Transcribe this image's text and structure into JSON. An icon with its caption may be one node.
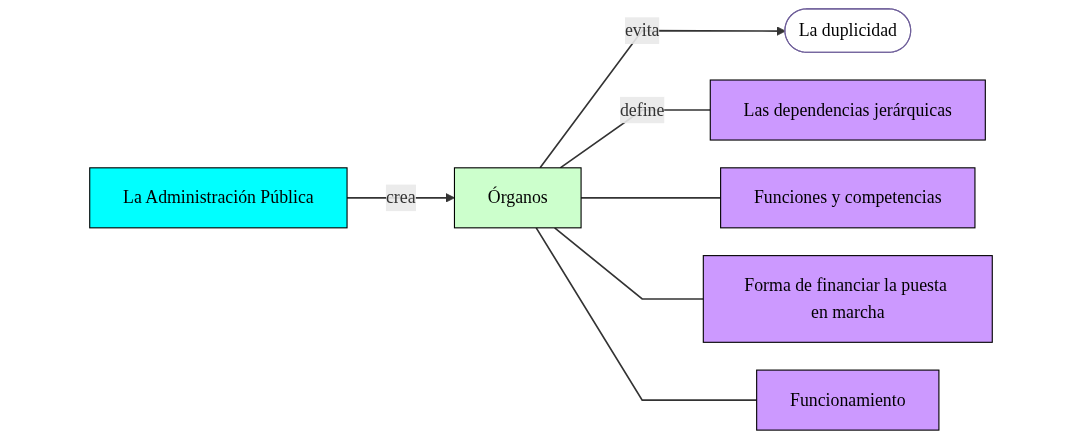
{
  "diagram": {
    "nodes": [
      {
        "text": [
          "La Administración Pública"
        ]
      },
      {
        "text": [
          "Órganos"
        ]
      },
      {
        "text": [
          "La duplicidad"
        ]
      },
      {
        "text": [
          "Las dependencias jerárquicas"
        ]
      },
      {
        "text": [
          "Funciones y competencias"
        ]
      },
      {
        "text": [
          "Forma de financiar la puesta en marcha"
        ]
      },
      {
        "text": [
          "Funcionamiento"
        ]
      }
    ],
    "edges": [
      {
        "from": 0,
        "to": 1,
        "label": "crea",
        "arrow": "to"
      },
      {
        "from": 1,
        "to": 2,
        "label": "evita",
        "arrow": "to"
      },
      {
        "from": 1,
        "to": 3,
        "label": "define",
        "arrow": "none"
      },
      {
        "from": 1,
        "to": 4,
        "arrow": "none"
      },
      {
        "from": 1,
        "to": 5,
        "arrow": "none"
      },
      {
        "from": 1,
        "to": 6,
        "arrow": "none"
      }
    ]
  }
}
